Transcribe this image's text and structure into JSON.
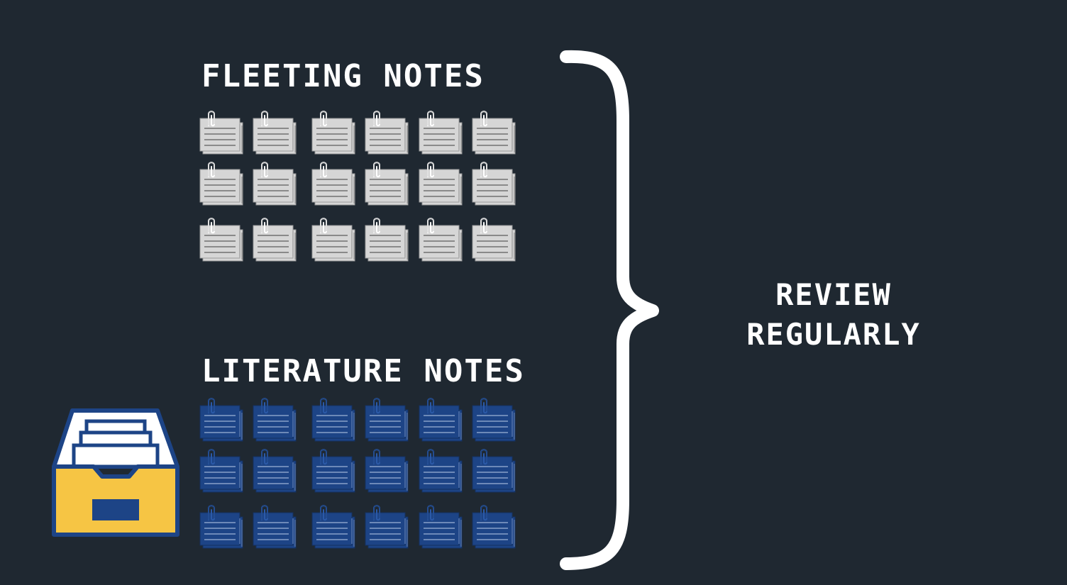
{
  "fleeting": {
    "title": "FLEETING NOTES",
    "rows": 3,
    "cols": 6,
    "color": "#d6d6d6"
  },
  "literature": {
    "title": "LITERATURE NOTES",
    "rows": 3,
    "cols": 6,
    "color": "#1d4486"
  },
  "review": {
    "line1": "REVIEW",
    "line2": "REGULARLY"
  },
  "colors": {
    "background": "#1f2831",
    "text": "#ffffff",
    "cabinet_body": "#f6c544",
    "cabinet_outline": "#1d4486"
  },
  "icons": {
    "note": "paperclip-note-card-icon",
    "cabinet": "file-cabinet-drawer-icon",
    "brace": "right-curly-brace"
  }
}
